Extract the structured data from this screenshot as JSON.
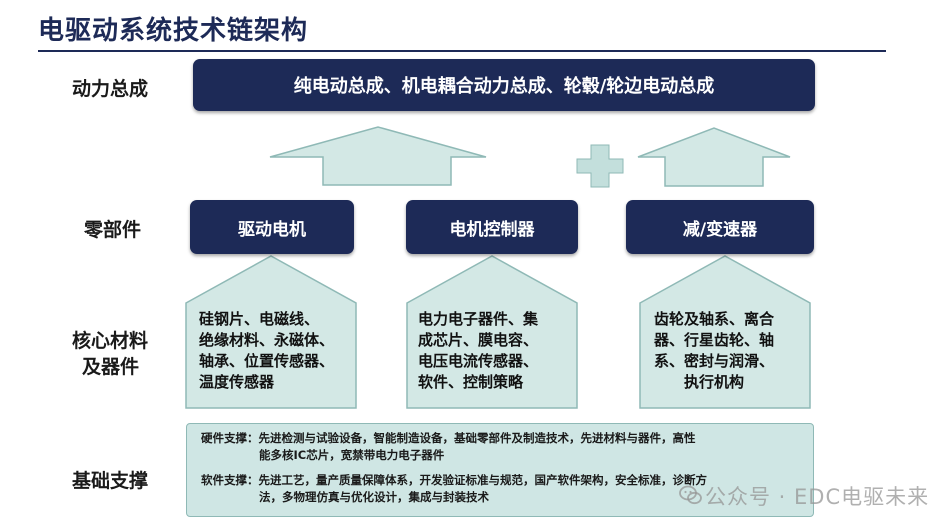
{
  "title": "电驱动系统技术链架构",
  "rows": {
    "powertrain": "动力总成",
    "components": "零部件",
    "core_materials_line1": "核心材料",
    "core_materials_line2": "及器件",
    "foundation": "基础支撑"
  },
  "powertrain_box": "纯电动总成、机电耦合动力总成、轮毂/轮边电动总成",
  "plus_symbol": "+",
  "components": [
    {
      "label": "驱动电机"
    },
    {
      "label": "电机控制器"
    },
    {
      "label": "减/变速器"
    }
  ],
  "materials": [
    {
      "lines": [
        "硅钢片、电磁线、",
        "绝缘材料、永磁体、",
        "轴承、位置传感器、",
        "温度传感器"
      ]
    },
    {
      "lines": [
        "电力电子器件、集",
        "成芯片、膜电容、",
        "电压电流传感器、",
        "软件、控制策略"
      ]
    },
    {
      "lines": [
        "齿轮及轴系、离合",
        "器、行星齿轮、轴",
        "系、密封与润滑、",
        "执行机构"
      ]
    }
  ],
  "foundation": {
    "hardware_line1": "硬件支撑：先进检测与试验设备，智能制造设备，基础零部件及制造技术，先进材料与器件，高性",
    "hardware_line2": "能多核IC芯片，宽禁带电力电子器件",
    "software_line1": "软件支撑：先进工艺，量产质量保障体系，开发验证标准与规范，国产软件架构，安全标准，诊断方",
    "software_line2": "法，多物理仿真与优化设计，集成与封装技术"
  },
  "watermark": "公众号 · EDC电驱未来",
  "colors": {
    "navy": "#1d2a57",
    "teal_fill": "#cfe6e4",
    "teal_border": "#8fb9b6"
  }
}
